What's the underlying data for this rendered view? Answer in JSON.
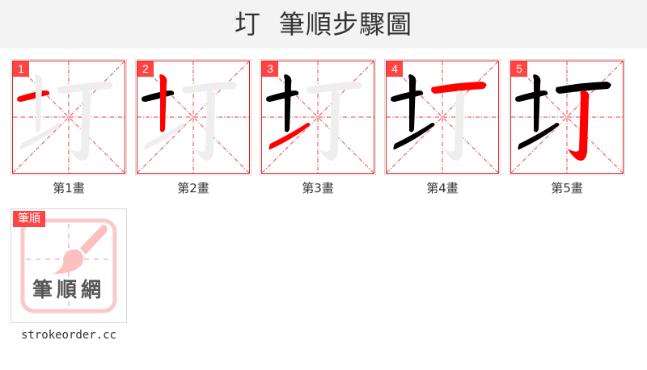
{
  "page": {
    "character": "圢",
    "title_suffix": "筆順步驟圖"
  },
  "colors": {
    "header_bg": "#f3f3f3",
    "accent_red": "#ff4444",
    "grid_red": "#e32222",
    "current_stroke": "#ff0000",
    "done_stroke": "#000000",
    "ghost_stroke": "#eeeeee"
  },
  "steps": [
    {
      "number": "1",
      "caption": "第1畫"
    },
    {
      "number": "2",
      "caption": "第2畫"
    },
    {
      "number": "3",
      "caption": "第3畫"
    },
    {
      "number": "4",
      "caption": "第4畫"
    },
    {
      "number": "5",
      "caption": "第5畫"
    }
  ],
  "logo": {
    "badge": "筆順",
    "text": "筆順網",
    "site": "strokeorder.cc"
  }
}
